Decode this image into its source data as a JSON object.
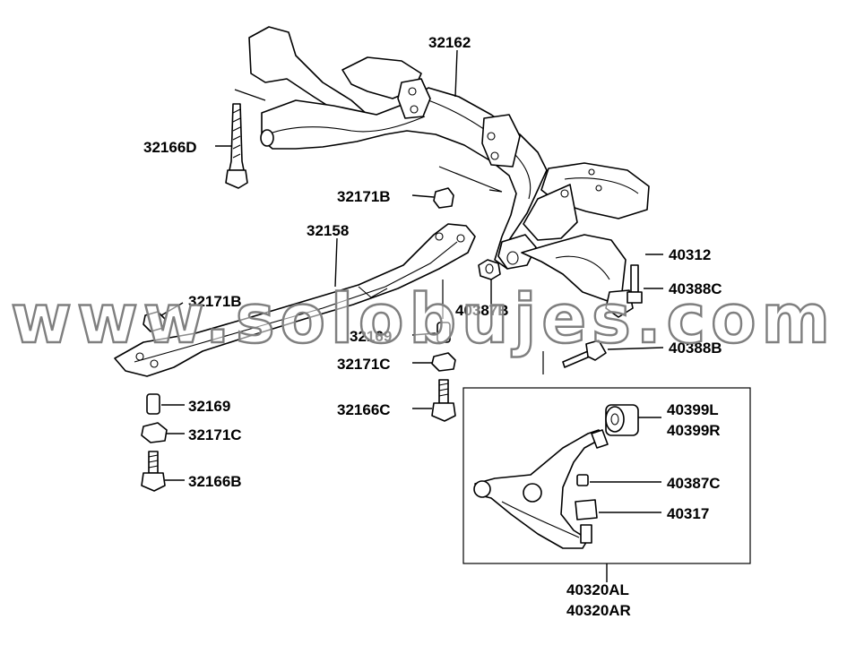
{
  "watermark": {
    "text": "www.solobujes.com"
  },
  "parts": {
    "p32162": "32162",
    "p32166D": "32166D",
    "p32171B_top": "32171B",
    "p32158": "32158",
    "p32171B_left": "32171B",
    "p40312": "40312",
    "p40388C": "40388C",
    "p40387B": "40387B",
    "p32169_mid": "32169",
    "p40388B": "40388B",
    "p32171C_mid": "32171C",
    "p32166C": "32166C",
    "p32169_left": "32169",
    "p32171C_left": "32171C",
    "p32166B": "32166B",
    "p40399L": "40399L",
    "p40399R": "40399R",
    "p40387C": "40387C",
    "p40317": "40317",
    "p40320AL": "40320AL",
    "p40320AR": "40320AR"
  }
}
